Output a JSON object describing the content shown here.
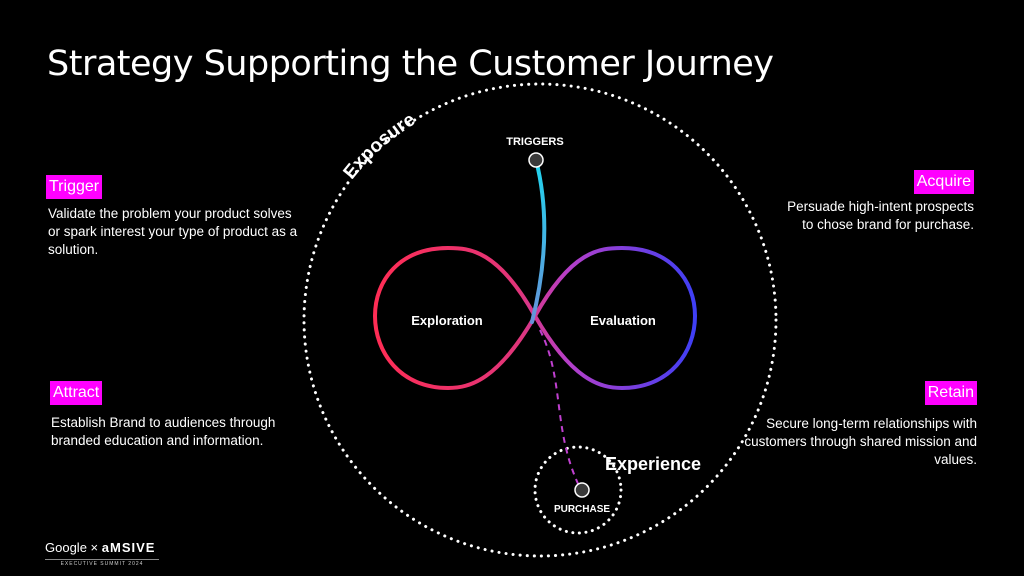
{
  "title": "Strategy Supporting the Customer Journey",
  "colors": {
    "tag_background": "#ff00ff",
    "loop_left": "#ff2d55",
    "loop_right": "#4040ff",
    "trigger_line": "#22d3ee"
  },
  "stages": {
    "trigger": {
      "label": "Trigger",
      "description": "Validate the problem your product solves or spark interest your type of product as a solution."
    },
    "attract": {
      "label": "Attract",
      "description": "Establish Brand to audiences through branded education and information."
    },
    "acquire": {
      "label": "Acquire",
      "description": "Persuade high-intent prospects to chose brand for purchase."
    },
    "retain": {
      "label": "Retain",
      "description": "Secure long-term relationships with customers through shared mission and values."
    }
  },
  "diagram": {
    "exposure": "Exposure",
    "experience": "Experience",
    "triggers": "TRIGGERS",
    "purchase": "PURCHASE",
    "exploration": "Exploration",
    "evaluation": "Evaluation"
  },
  "footer": {
    "brand1": "Google",
    "separator": "×",
    "brand2": "aMSIVE",
    "subtitle": "EXECUTIVE SUMMIT 2024"
  }
}
